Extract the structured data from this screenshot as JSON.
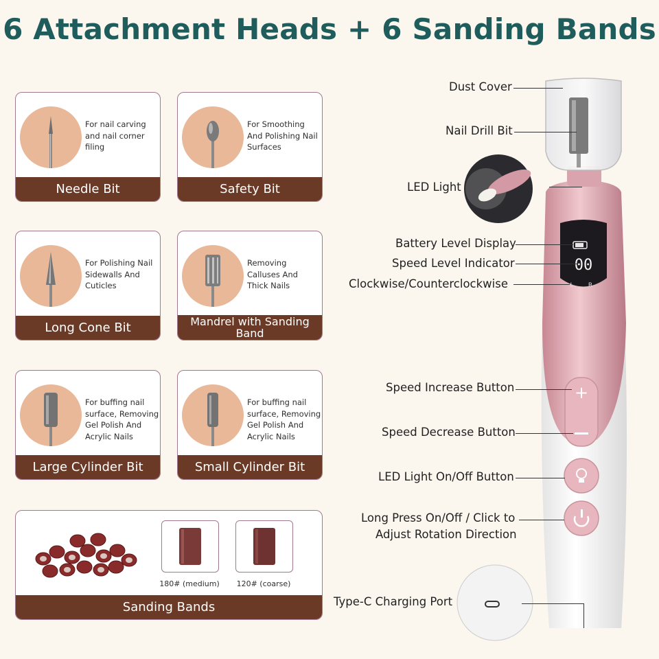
{
  "title": "6 Attachment Heads + 6 Sanding Bands",
  "attachments": [
    {
      "name": "Needle Bit",
      "desc": "For nail carving and nail corner filing",
      "icon": "needle-bit-icon"
    },
    {
      "name": "Safety Bit",
      "desc": "For Smoothing And Polishing Nail Surfaces",
      "icon": "safety-bit-icon"
    },
    {
      "name": "Long Cone Bit",
      "desc": "For Polishing Nail Sidewalls And Cuticles",
      "icon": "long-cone-bit-icon"
    },
    {
      "name": "Mandrel with Sanding Band",
      "desc": "Removing Calluses And Thick Nails",
      "icon": "mandrel-bit-icon"
    },
    {
      "name": "Large Cylinder Bit",
      "desc": "For buffing nail surface, Removing Gel Polish And Acrylic Nails",
      "icon": "large-cylinder-bit-icon"
    },
    {
      "name": "Small Cylinder Bit",
      "desc": "For buffing nail surface, Removing Gel Polish And Acrylic Nails",
      "icon": "small-cylinder-bit-icon"
    }
  ],
  "sanding_bands": {
    "label": "Sanding Bands",
    "grits": [
      "180# (medium)",
      "120# (coarse)"
    ]
  },
  "device_callouts": {
    "dust_cover": "Dust Cover",
    "nail_drill_bit": "Nail Drill Bit",
    "led_light": "LED Light",
    "battery_level": "Battery Level Display",
    "speed_level": "Speed Level Indicator",
    "rotation": "Clockwise/Counterclockwise",
    "speed_increase": "Speed Increase Button",
    "speed_decrease": "Speed Decrease Button",
    "led_button": "LED Light On/Off Button",
    "power_line1": "Long Press On/Off / Click to",
    "power_line2": "Adjust Rotation Direction",
    "charging_port": "Type-C Charging Port"
  },
  "display": {
    "speed_digits": "0",
    "left_indicator": "L",
    "right_indicator": "R"
  },
  "colors": {
    "title": "#1f5c5c",
    "label_bar": "#6b3a26",
    "card_border": "#a0788f",
    "pink": "#d9a4ae"
  }
}
